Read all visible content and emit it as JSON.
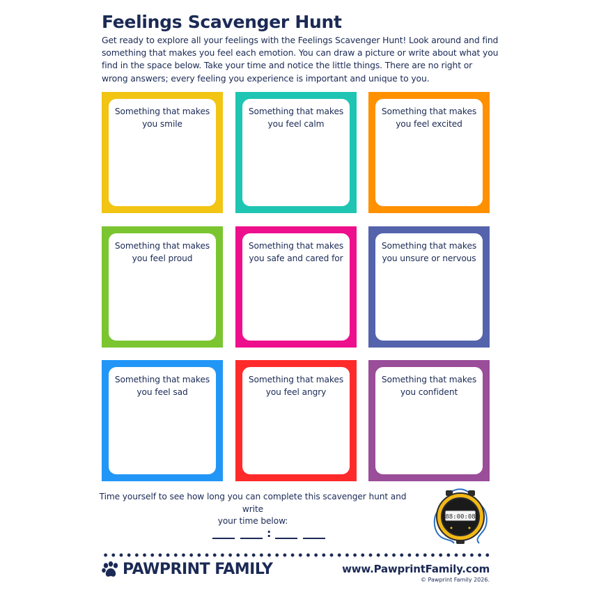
{
  "header": {
    "title": "Feelings Scavenger Hunt",
    "intro": "Get ready to explore all your feelings with the Feelings Scavenger Hunt! Look around and find something that makes you feel each emotion. You can draw a picture or write about what you find in the space below. Take your time and notice the little things. There are no right or wrong answers; every feeling you experience is important and unique to you."
  },
  "boxes": [
    {
      "line1": "Something that makes",
      "line2": "you smile",
      "color": "#f2c414"
    },
    {
      "line1": "Something that makes",
      "line2": "you feel calm",
      "color": "#1fc5b3"
    },
    {
      "line1": "Something that makes",
      "line2": "you feel excited",
      "color": "#ff9000"
    },
    {
      "line1": "Something that makes",
      "line2": "you feel proud",
      "color": "#7ac530"
    },
    {
      "line1": "Something that makes",
      "line2": "you safe and cared for",
      "color": "#ee0f8c"
    },
    {
      "line1": "Something that makes",
      "line2": "you unsure or nervous",
      "color": "#5463ac"
    },
    {
      "line1": "Something that makes",
      "line2": "you feel sad",
      "color": "#2196f6"
    },
    {
      "line1": "Something that makes",
      "line2": "you feel angry",
      "color": "#ff2b2b"
    },
    {
      "line1": "Something that makes",
      "line2": "you confident",
      "color": "#9a4d98"
    }
  ],
  "timer": {
    "instruction_line1": "Time yourself to see how long you can complete this scavenger hunt and write",
    "instruction_line2": "your time below:",
    "separator": ":",
    "display": "88:00:08",
    "icon": "stopwatch-icon"
  },
  "footer": {
    "brand": "PAWPRINT FAMILY",
    "brand_icon": "paw-icon",
    "website": "www.PawprintFamily.com",
    "copyright": "© Pawprint Family 2026."
  },
  "colors": {
    "text": "#1b2a55"
  }
}
